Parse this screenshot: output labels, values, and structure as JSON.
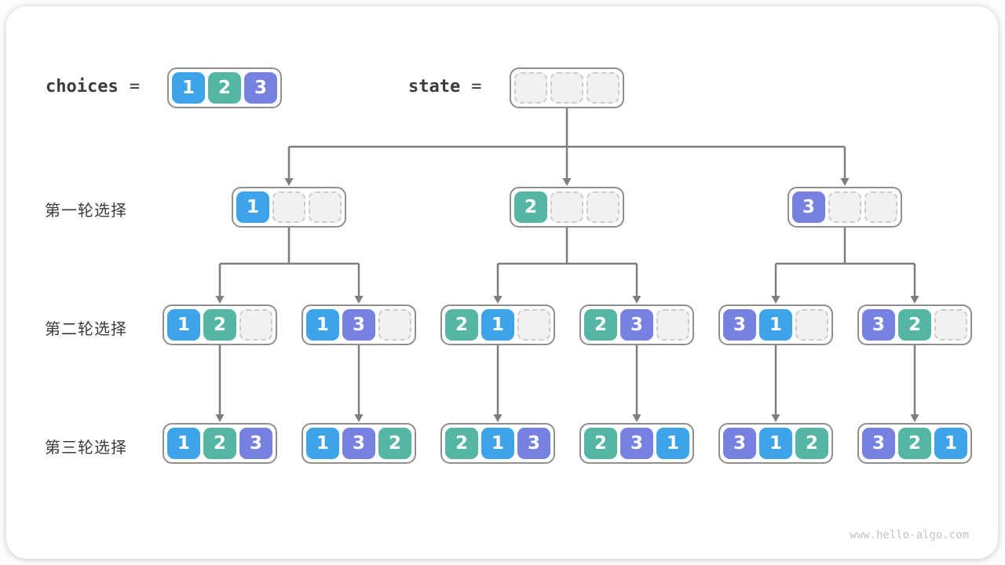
{
  "page": {
    "watermark": "www.hello-algo.com"
  },
  "colors": {
    "cell_colors": {
      "1": "#3da4e9",
      "2": "#55b6a4",
      "3": "#7681e0"
    },
    "empty_fill": "#f1f1f1",
    "empty_border": "#cccccc",
    "box_border": "#8f8f8f",
    "line": "#7e7e7e",
    "text": "#3b3b3b"
  },
  "header": {
    "choices_label": "choices",
    "state_label": "state",
    "equals": "=",
    "choices": [
      1,
      2,
      3
    ],
    "state": [
      null,
      null,
      null
    ]
  },
  "rows": [
    {
      "label": "第一轮选择",
      "nodes": [
        [
          1,
          null,
          null
        ],
        [
          2,
          null,
          null
        ],
        [
          3,
          null,
          null
        ]
      ]
    },
    {
      "label": "第二轮选择",
      "nodes": [
        [
          1,
          2,
          null
        ],
        [
          1,
          3,
          null
        ],
        [
          2,
          1,
          null
        ],
        [
          2,
          3,
          null
        ],
        [
          3,
          1,
          null
        ],
        [
          3,
          2,
          null
        ]
      ]
    },
    {
      "label": "第三轮选择",
      "nodes": [
        [
          1,
          2,
          3
        ],
        [
          1,
          3,
          2
        ],
        [
          2,
          1,
          3
        ],
        [
          2,
          3,
          1
        ],
        [
          3,
          1,
          2
        ],
        [
          3,
          2,
          1
        ]
      ]
    }
  ]
}
